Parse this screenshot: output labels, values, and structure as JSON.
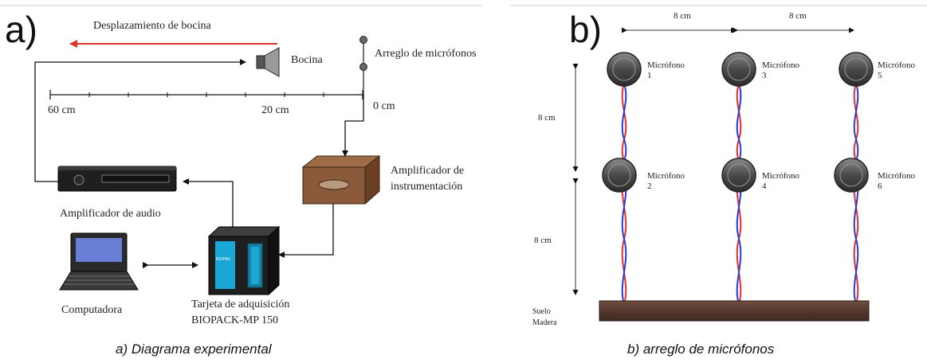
{
  "panel_a": {
    "label": "a)",
    "speaker_displacement": "Desplazamiento de bocina",
    "speaker": "Bocina",
    "mic_array": "Arreglo de micrófonos",
    "scale_marks": [
      "60 cm",
      "20 cm",
      "0 cm"
    ],
    "instrumentation_amp": [
      "Amplificador de",
      "instrumentación"
    ],
    "audio_amp": "Amplificador de audio",
    "computer": "Computadora",
    "daq_card": [
      "Tarjeta de adquisición",
      "BIOPACK-MP 150"
    ],
    "biopac_logo": "BIOPAC",
    "caption": "a) Diagrama experimental"
  },
  "panel_b": {
    "label": "b)",
    "horizontal_spacing": [
      "8 cm",
      "8 cm"
    ],
    "vertical_spacing": [
      "8 cm",
      "8 cm"
    ],
    "microphone_word": "Micrófono",
    "microphones": [
      {
        "number": "1"
      },
      {
        "number": "3"
      },
      {
        "number": "5"
      },
      {
        "number": "2"
      },
      {
        "number": "4"
      },
      {
        "number": "6"
      }
    ],
    "floor": [
      "Suelo",
      "Madera"
    ],
    "caption": "b) arreglo de micrófonos"
  },
  "colors": {
    "red_arrow": "#e0322a",
    "wire_red": "#e03030",
    "wire_blue": "#2b3ad6",
    "box_brown": "#8b5a3a",
    "wood": "#5e4034"
  }
}
